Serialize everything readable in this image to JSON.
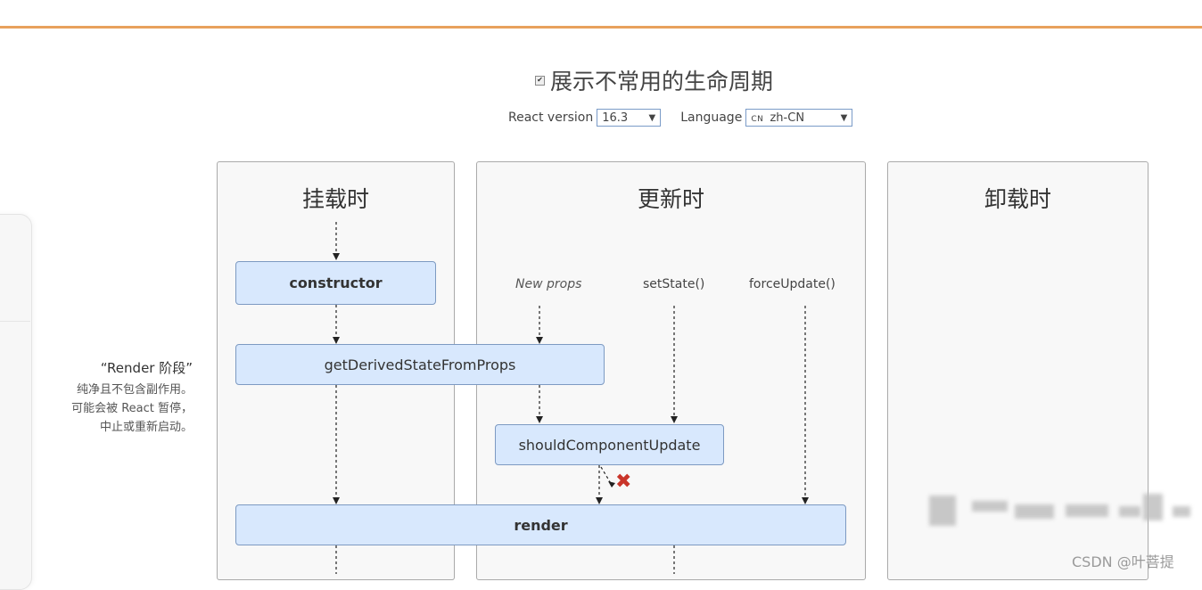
{
  "header": {
    "checkbox_checked": true,
    "checkbox_mark": "✔",
    "title": "展示不常用的生命周期"
  },
  "controls": {
    "version_label": "React version",
    "version_value": "16.3",
    "language_label": "Language",
    "language_flag": "CN",
    "language_value": "zh-CN",
    "caret": "▼"
  },
  "columns": {
    "mount": {
      "title": "挂载时"
    },
    "update": {
      "title": "更新时"
    },
    "unmount": {
      "title": "卸载时"
    }
  },
  "triggers": {
    "new_props": "New props",
    "set_state": "setState()",
    "force_update": "forceUpdate()"
  },
  "boxes": {
    "constructor": "constructor",
    "get_derived": "getDerivedStateFromProps",
    "should_update": "shouldComponentUpdate",
    "render": "render"
  },
  "side_note": {
    "title": "“Render 阶段”",
    "line1": "纯净且不包含副作用。",
    "line2": "可能会被 React 暂停，",
    "line3": "中止或重新启动。"
  },
  "watermark": "CSDN @叶菩提",
  "colors": {
    "accent_rule": "#e8a15d",
    "box_fill": "#d8e8fd",
    "box_border": "#7d9ac2",
    "cross": "#c9352a"
  }
}
